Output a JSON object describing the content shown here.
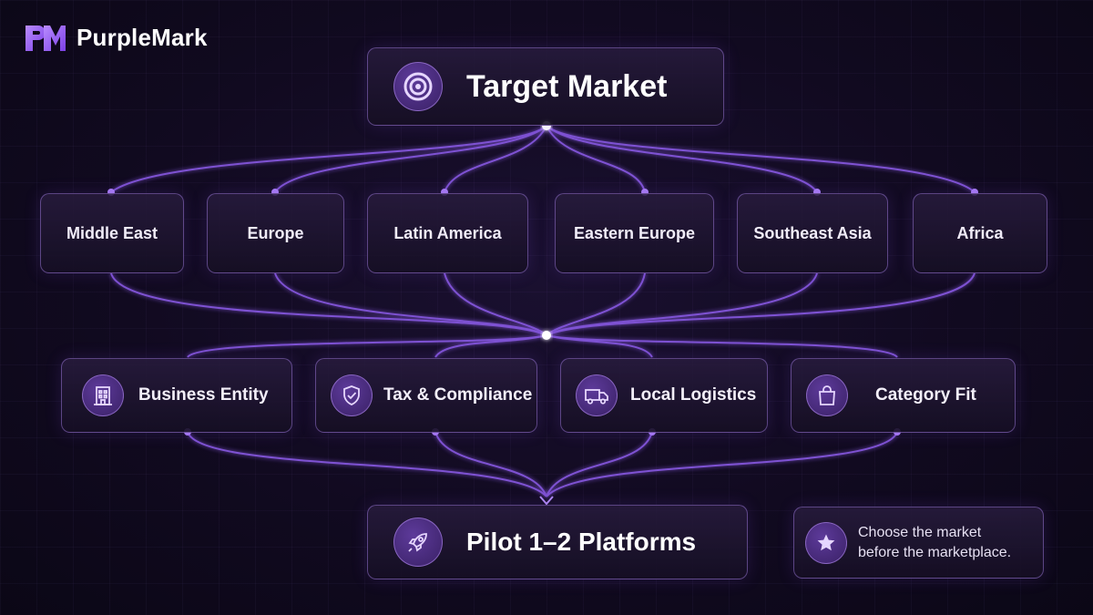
{
  "brand": {
    "name": "PurpleMark",
    "icon": "pm-logo-icon"
  },
  "root": {
    "label": "Target Market",
    "icon": "target-icon"
  },
  "regions": [
    {
      "label": "Middle East"
    },
    {
      "label": "Europe"
    },
    {
      "label": "Latin America"
    },
    {
      "label": "Eastern Europe"
    },
    {
      "label": "Southeast Asia"
    },
    {
      "label": "Africa"
    }
  ],
  "factors": [
    {
      "label": "Business Entity",
      "icon": "building-icon"
    },
    {
      "label": "Tax & Compliance",
      "icon": "shield-check-icon"
    },
    {
      "label": "Local Logistics",
      "icon": "truck-icon"
    },
    {
      "label": "Category Fit",
      "icon": "shopping-bag-icon"
    }
  ],
  "outcome": {
    "label": "Pilot 1–2 Platforms",
    "icon": "rocket-icon"
  },
  "note": {
    "line1": "Choose the market",
    "line2": "before the marketplace.",
    "icon": "star-icon"
  },
  "colors": {
    "accent": "#8b5cf6",
    "line": "#7c4dd8",
    "background": "#110a20"
  }
}
